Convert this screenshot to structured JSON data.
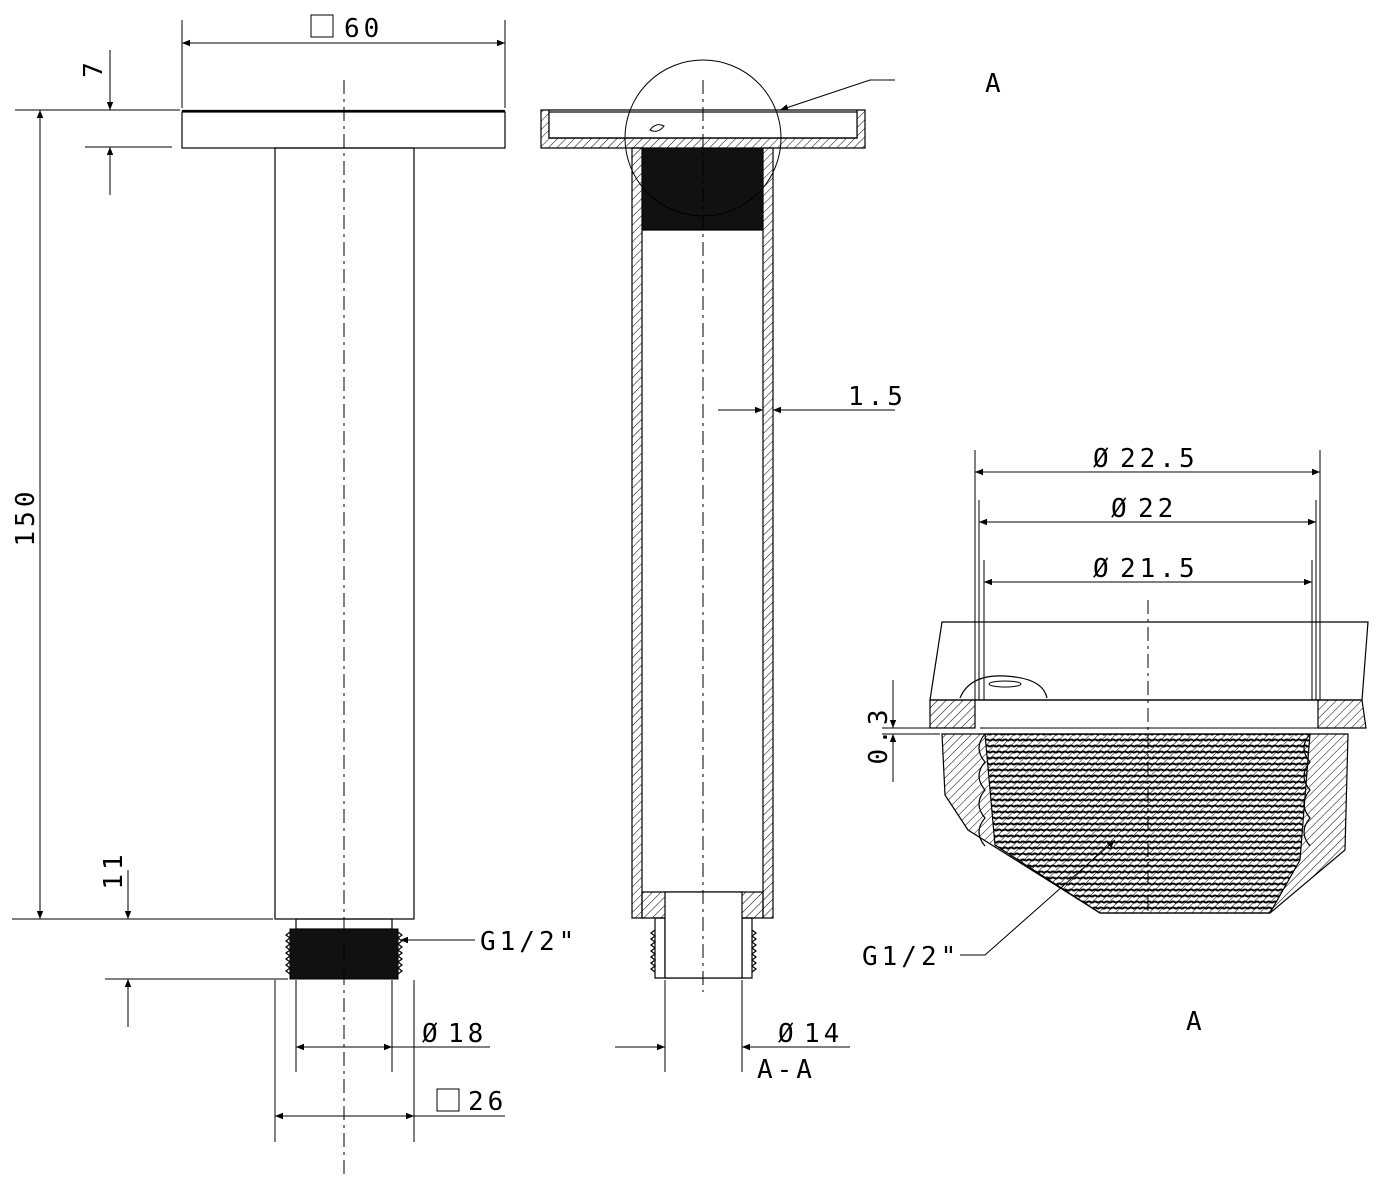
{
  "dimensions": {
    "flange_square": "60",
    "flange_thickness": "7",
    "overall_length": "150",
    "thread_length": "11",
    "thread_spec": "G1/2\"",
    "thread_diameter": "18",
    "tube_square": "26",
    "wall_thickness": "1.5",
    "bore_diameter": "14",
    "detail_d1": "22.5",
    "detail_d2": "22",
    "detail_d3": "21.5",
    "detail_gap": "0.3",
    "detail_thread_spec": "G1/2\""
  },
  "symbols": {
    "square": "□",
    "diameter": "Ø"
  },
  "labels": {
    "detail_ref": "A",
    "section_name": "A-A",
    "detail_title": "A"
  }
}
